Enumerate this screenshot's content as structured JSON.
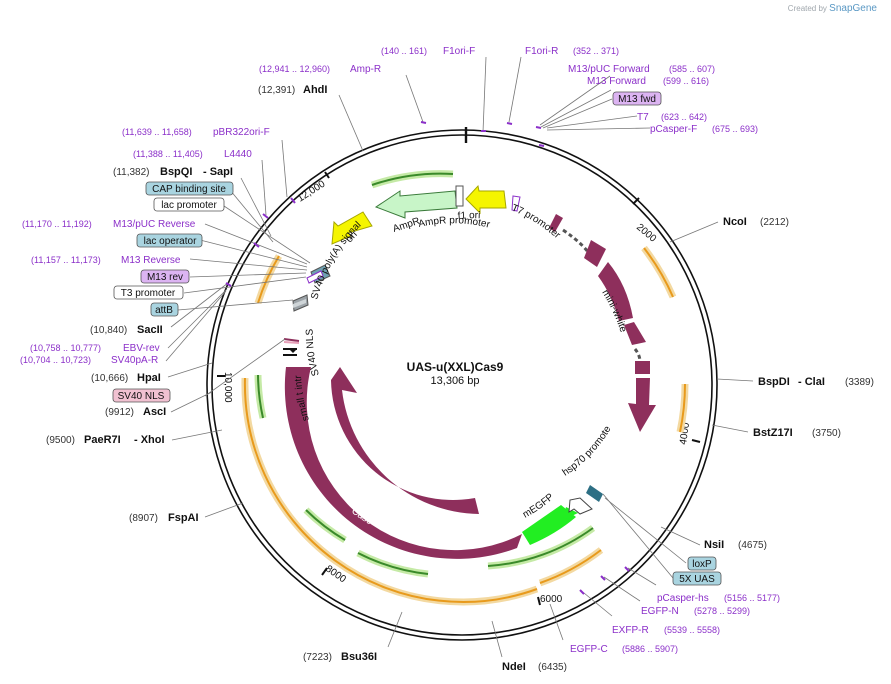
{
  "header": {
    "credit_prefix": "Created by",
    "credit_brand": "SnapGene"
  },
  "plasmid": {
    "name": "UAS-u(XXL)Cas9",
    "length_label": "13,306 bp"
  },
  "ticks": [
    "2000",
    "4000",
    "6000",
    "8000",
    "10,000",
    "12,000"
  ],
  "sites": [
    {
      "name": "AhdI",
      "pos": "(12,391)"
    },
    {
      "name": "BspQI",
      "extra": "- SapI",
      "pos": "(11,382)"
    },
    {
      "name": "SacII",
      "pos": "(10,840)"
    },
    {
      "name": "HpaI",
      "pos": "(10,666)"
    },
    {
      "name": "AscI",
      "pos": "(9912)"
    },
    {
      "name": "PaeR7I",
      "extra": "- XhoI",
      "pos": "(9500)"
    },
    {
      "name": "FspAI",
      "pos": "(8907)"
    },
    {
      "name": "Bsu36I",
      "pos": "(7223)"
    },
    {
      "name": "NdeI",
      "pos": "(6435)"
    },
    {
      "name": "NsiI",
      "pos": "(4675)"
    },
    {
      "name": "BstZ17I",
      "pos": "(3750)"
    },
    {
      "name": "BspDI",
      "extra": "- ClaI",
      "pos": "(3389)"
    },
    {
      "name": "NcoI",
      "pos": "(2212)"
    }
  ],
  "primers": [
    {
      "name": "F1ori-F",
      "range": "(140 .. 161)"
    },
    {
      "name": "F1ori-R",
      "range": "(352 .. 371)"
    },
    {
      "name": "Amp-R",
      "range": "(12,941 .. 12,960)"
    },
    {
      "name": "M13/pUC Forward",
      "range": "(585 .. 607)"
    },
    {
      "name": "M13 Forward",
      "range": "(599 .. 616)"
    },
    {
      "name": "T7",
      "range": "(623 .. 642)"
    },
    {
      "name": "pCasper-F",
      "range": "(675 .. 693)"
    },
    {
      "name": "pBR322ori-F",
      "range": "(11,639 .. 11,658)"
    },
    {
      "name": "L4440",
      "range": "(11,388 .. 11,405)"
    },
    {
      "name": "M13/pUC Reverse",
      "range": "(11,170 .. 11,192)"
    },
    {
      "name": "M13 Reverse",
      "range": "(11,157 .. 11,173)"
    },
    {
      "name": "EBV-rev",
      "range": "(10,758 .. 10,777)"
    },
    {
      "name": "SV40pA-R",
      "range": "(10,704 .. 10,723)"
    },
    {
      "name": "pCasper-hs",
      "range": "(5156 .. 5177)"
    },
    {
      "name": "EGFP-N",
      "range": "(5278 .. 5299)"
    },
    {
      "name": "EXFP-R",
      "range": "(5539 .. 5558)"
    },
    {
      "name": "EGFP-C",
      "range": "(5886 .. 5907)"
    }
  ],
  "boxed": [
    {
      "name": "M13 fwd"
    },
    {
      "name": "CAP binding site"
    },
    {
      "name": "lac promoter"
    },
    {
      "name": "lac operator"
    },
    {
      "name": "M13 rev"
    },
    {
      "name": "T3 promoter"
    },
    {
      "name": "attB"
    },
    {
      "name": "SV40 NLS"
    },
    {
      "name": "loxP"
    },
    {
      "name": "5X UAS"
    }
  ],
  "features": [
    {
      "name": "ori"
    },
    {
      "name": "AmpR"
    },
    {
      "name": "AmpR promoter"
    },
    {
      "name": "f1 ori"
    },
    {
      "name": "T7 promoter"
    },
    {
      "name": "mini-white"
    },
    {
      "name": "hsp70 promoter"
    },
    {
      "name": "mEGFP"
    },
    {
      "name": "Cas9"
    },
    {
      "name": "Cas9"
    },
    {
      "name": "small t intron"
    },
    {
      "name": "SV40 NLS"
    },
    {
      "name": "SV40 poly(A) signal"
    }
  ],
  "colors": {
    "backbone": "#111111",
    "cas9": "#8e2f5c",
    "primer": "#8b2fc9",
    "site_label": "#111111",
    "orf_orange": "#f2a51e",
    "orf_green": "#2e8b2e",
    "ori_yellow": "#f5f500",
    "ampr": "#c8f5c8",
    "egfp": "#22ee22",
    "lightblue_box": "#a9d4e0",
    "purple_box": "#dcb4f2",
    "pink_box": "#f1c1d1"
  }
}
